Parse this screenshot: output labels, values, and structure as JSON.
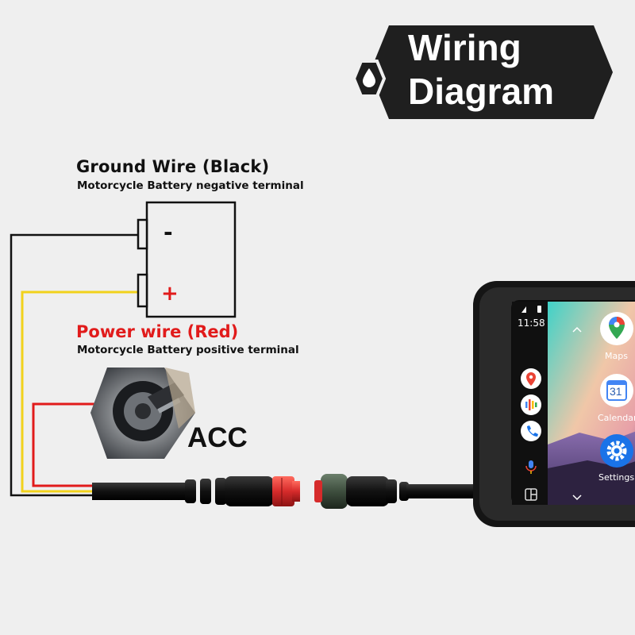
{
  "title": {
    "line1": "Wiring",
    "line2": "Diagram"
  },
  "ground": {
    "title": "Ground Wire (Black)",
    "subtitle": "Motorcycle Battery negative terminal"
  },
  "power": {
    "title": "Power wire (Red)",
    "subtitle": "Motorcycle Battery positive terminal"
  },
  "battery": {
    "negative_symbol": "-",
    "positive_symbol": "+"
  },
  "acc_label": "ACC",
  "screen": {
    "time": "11:58",
    "apps": [
      {
        "label": "Maps",
        "icon": "maps-icon"
      },
      {
        "label": "Calendar",
        "icon": "calendar-icon",
        "date": "31"
      },
      {
        "label": "Settings",
        "icon": "gear-icon"
      }
    ],
    "sidebar_icons": [
      "maps-icon",
      "podcasts-icon",
      "phone-icon",
      "microphone-icon",
      "dashboard-icon"
    ]
  },
  "colors": {
    "ground_wire": "#111111",
    "power_wire": "#e11b1b",
    "acc_wire": "#e11b1b",
    "signal_wire": "#f1d21b",
    "connector_red": "#d62b2b",
    "banner": "#1f1f1f"
  }
}
